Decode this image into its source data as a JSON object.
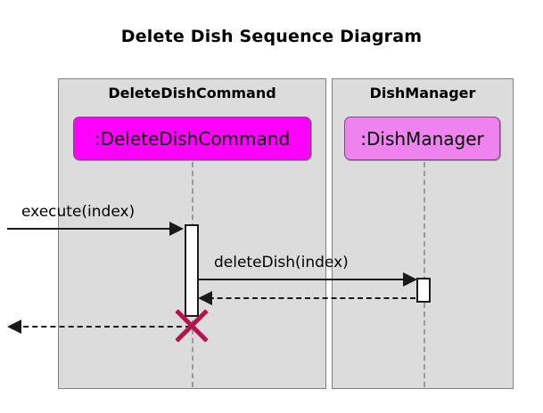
{
  "diagram": {
    "title": "Delete Dish Sequence Diagram",
    "type": "uml-sequence-diagram",
    "background_color": "#ffffff",
    "panel_color": "#dcdcdc",
    "panel_border_color": "#808080",
    "line_color": "#1a1a1a",
    "lifeline_color": "#9a9a9a",
    "destruction_color": "#b4134d"
  },
  "participants": [
    {
      "header_label": "DeleteDishCommand",
      "object_label": ":DeleteDishCommand",
      "object_color": "#ff00ff"
    },
    {
      "header_label": "DishManager",
      "object_label": ":DishManager",
      "object_color": "#ee82ee"
    }
  ],
  "messages": [
    {
      "label": "execute(index)",
      "style": "solid",
      "direction": "right",
      "from": "actor",
      "to": "DeleteDishCommand"
    },
    {
      "label": "deleteDish(index)",
      "style": "solid",
      "direction": "right",
      "from": "DeleteDishCommand",
      "to": "DishManager"
    },
    {
      "label": "",
      "style": "dashed",
      "direction": "left",
      "from": "DishManager",
      "to": "DeleteDishCommand"
    },
    {
      "label": "",
      "style": "dashed",
      "direction": "left",
      "from": "DeleteDishCommand",
      "to": "actor"
    }
  ],
  "destruction": {
    "target": "DeleteDishCommand",
    "marker": "x-destruction-marker"
  }
}
